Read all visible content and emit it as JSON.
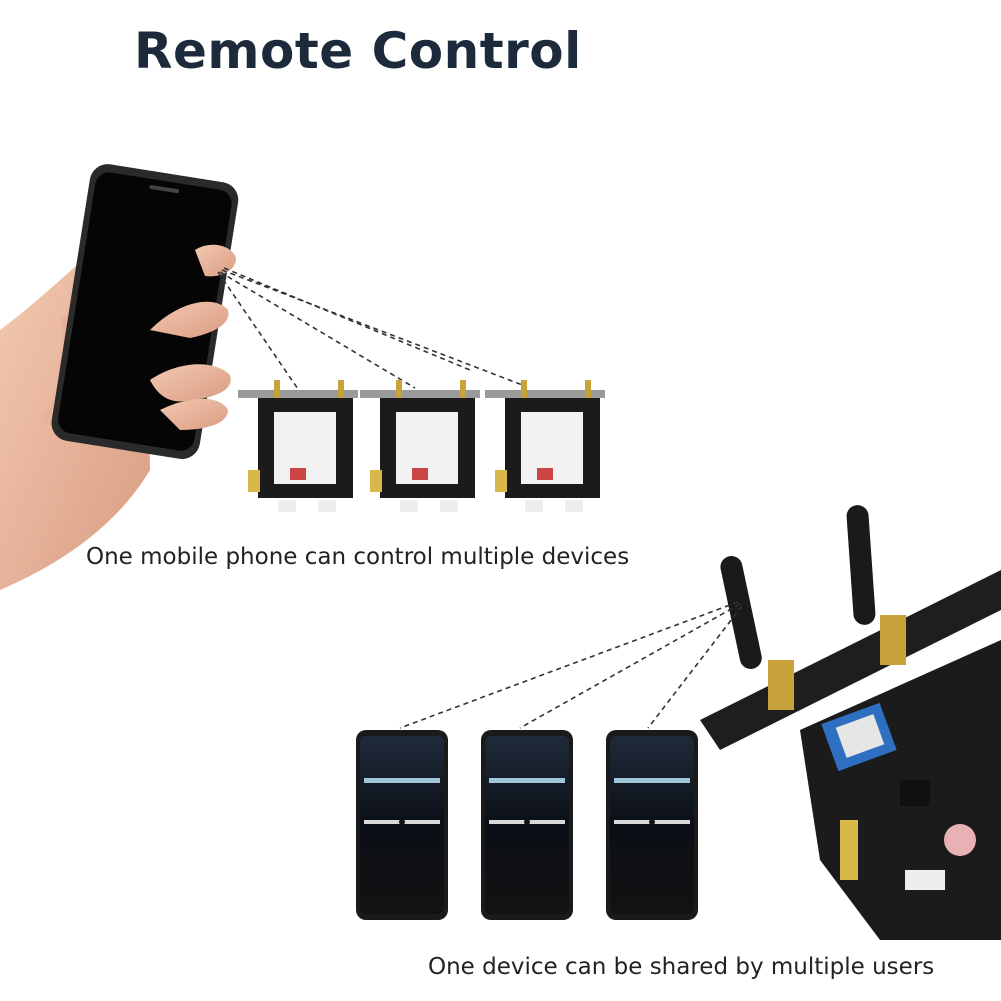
{
  "title": "Remote Control",
  "captions": {
    "top": "One mobile phone can control multiple devices",
    "bottom": "One device can be shared by multiple users"
  },
  "colors": {
    "title": "#1d2a3b",
    "pcb": "#1b1b1b",
    "gold": "#c9a23b",
    "phone_screen": "#0a0a0a",
    "wifi_module": "#2f6fc1",
    "dashed_line": "#333333"
  },
  "images": {
    "hand_phone": "hand holding black smartphone",
    "cards": [
      "pcie-switch-card",
      "pcie-switch-card",
      "pcie-switch-card"
    ],
    "phones": [
      "smartphone-app-screen",
      "smartphone-app-screen",
      "smartphone-app-screen"
    ],
    "large_card": "pcie-wifi-switch-card-with-antennas"
  }
}
